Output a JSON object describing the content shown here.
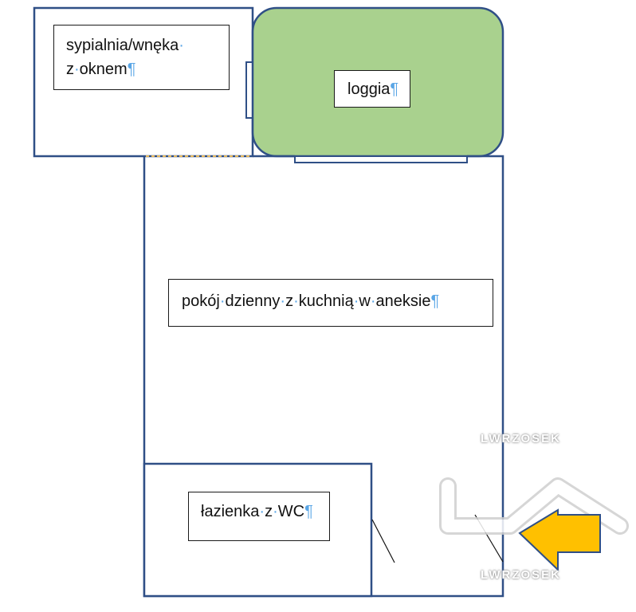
{
  "diagram": {
    "type": "floor-plan",
    "colors": {
      "wall": "#2f4f86",
      "loggia_fill": "#a9d18e",
      "label_border": "#1a1a1a",
      "pilcrow": "#5aa6e6",
      "dashed_opening": "#e6b85c",
      "arrow_fill": "#ffc000"
    },
    "rooms": {
      "bedroom": {
        "line1": "sypialnia/wnęka",
        "line2_a": "z",
        "line2_b": "oknem"
      },
      "loggia": {
        "label": "loggia"
      },
      "living": {
        "words": [
          "pokój",
          "dzienny",
          "z",
          "kuchnią",
          "w",
          "aneksie"
        ]
      },
      "bathroom": {
        "words": [
          "łazienka",
          "z",
          "WC"
        ]
      }
    },
    "formatting_marks": {
      "pilcrow": "¶",
      "space_dot": "·"
    },
    "watermark": {
      "text": "RZOSEK",
      "logo_letters": "LW"
    }
  }
}
